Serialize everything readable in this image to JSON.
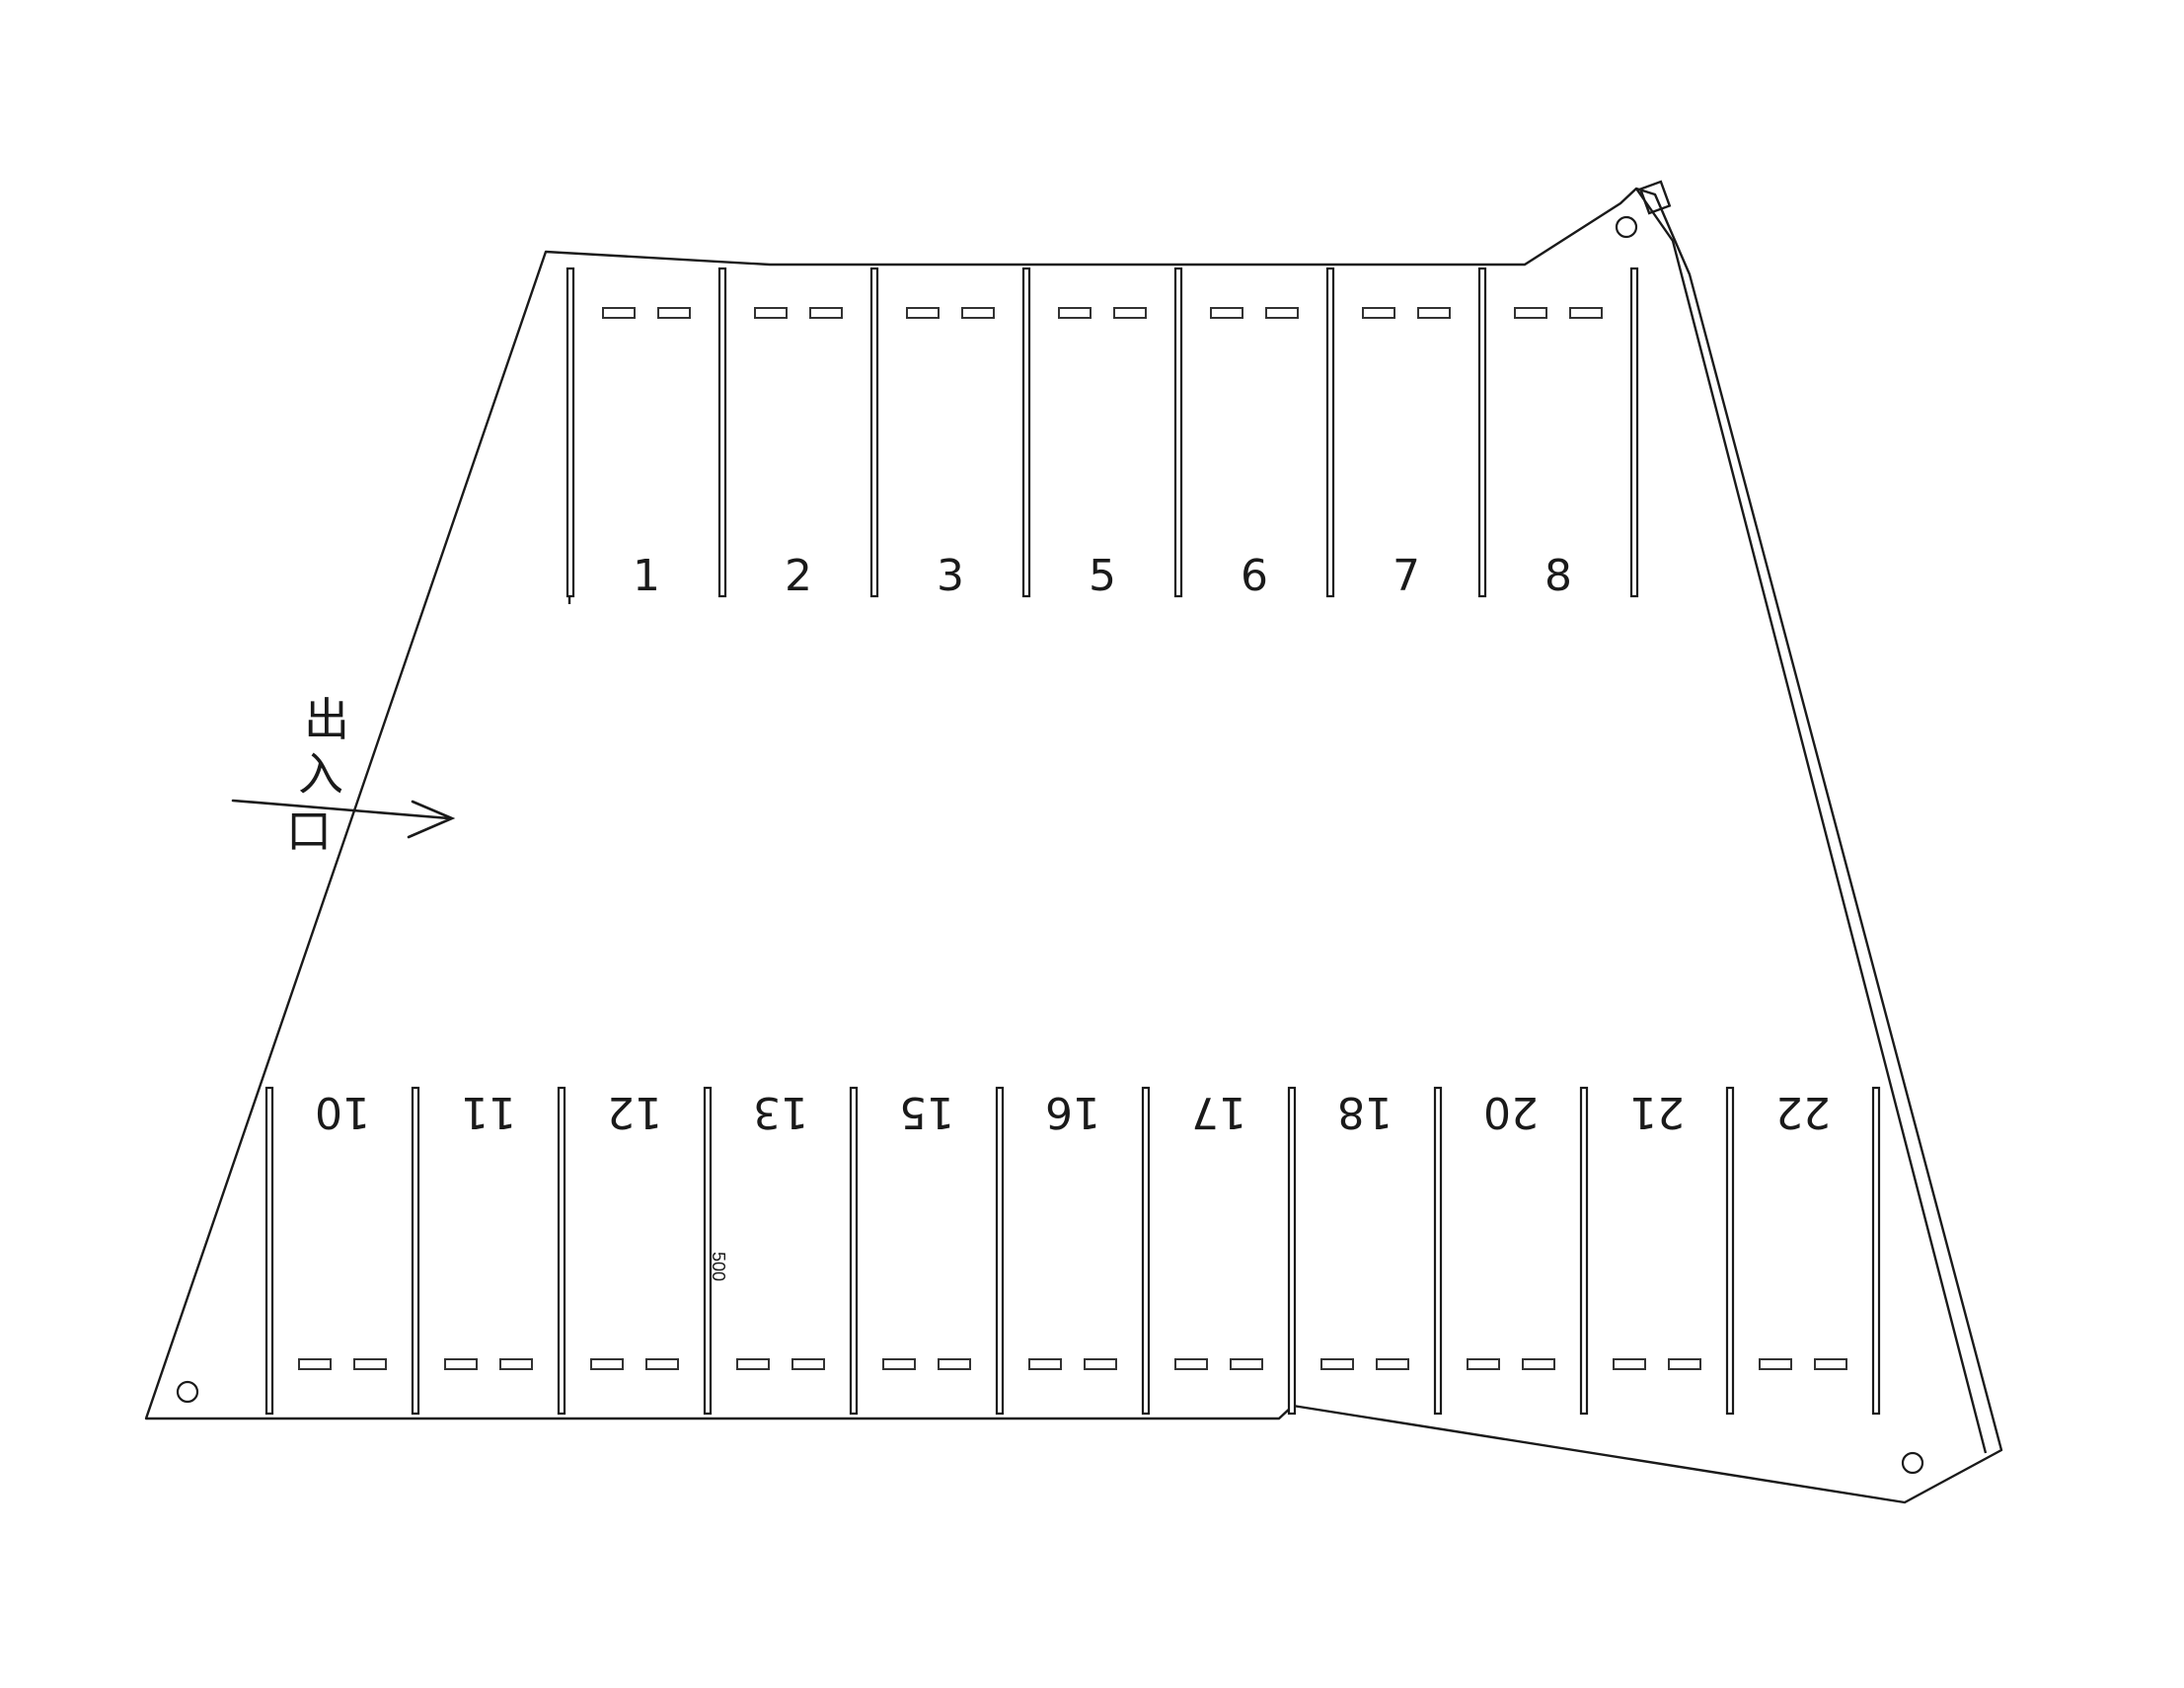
{
  "entrance_label": [
    "出",
    "入",
    "口"
  ],
  "dimension_label": "500",
  "top_row": [
    {
      "label": "1"
    },
    {
      "label": "2"
    },
    {
      "label": "3"
    },
    {
      "label": "5"
    },
    {
      "label": "6"
    },
    {
      "label": "7"
    },
    {
      "label": "8"
    }
  ],
  "bottom_row": [
    {
      "label": "10"
    },
    {
      "label": "11"
    },
    {
      "label": "12"
    },
    {
      "label": "13"
    },
    {
      "label": "15"
    },
    {
      "label": "16"
    },
    {
      "label": "17"
    },
    {
      "label": "18"
    },
    {
      "label": "20"
    },
    {
      "label": "21"
    },
    {
      "label": "22"
    }
  ]
}
